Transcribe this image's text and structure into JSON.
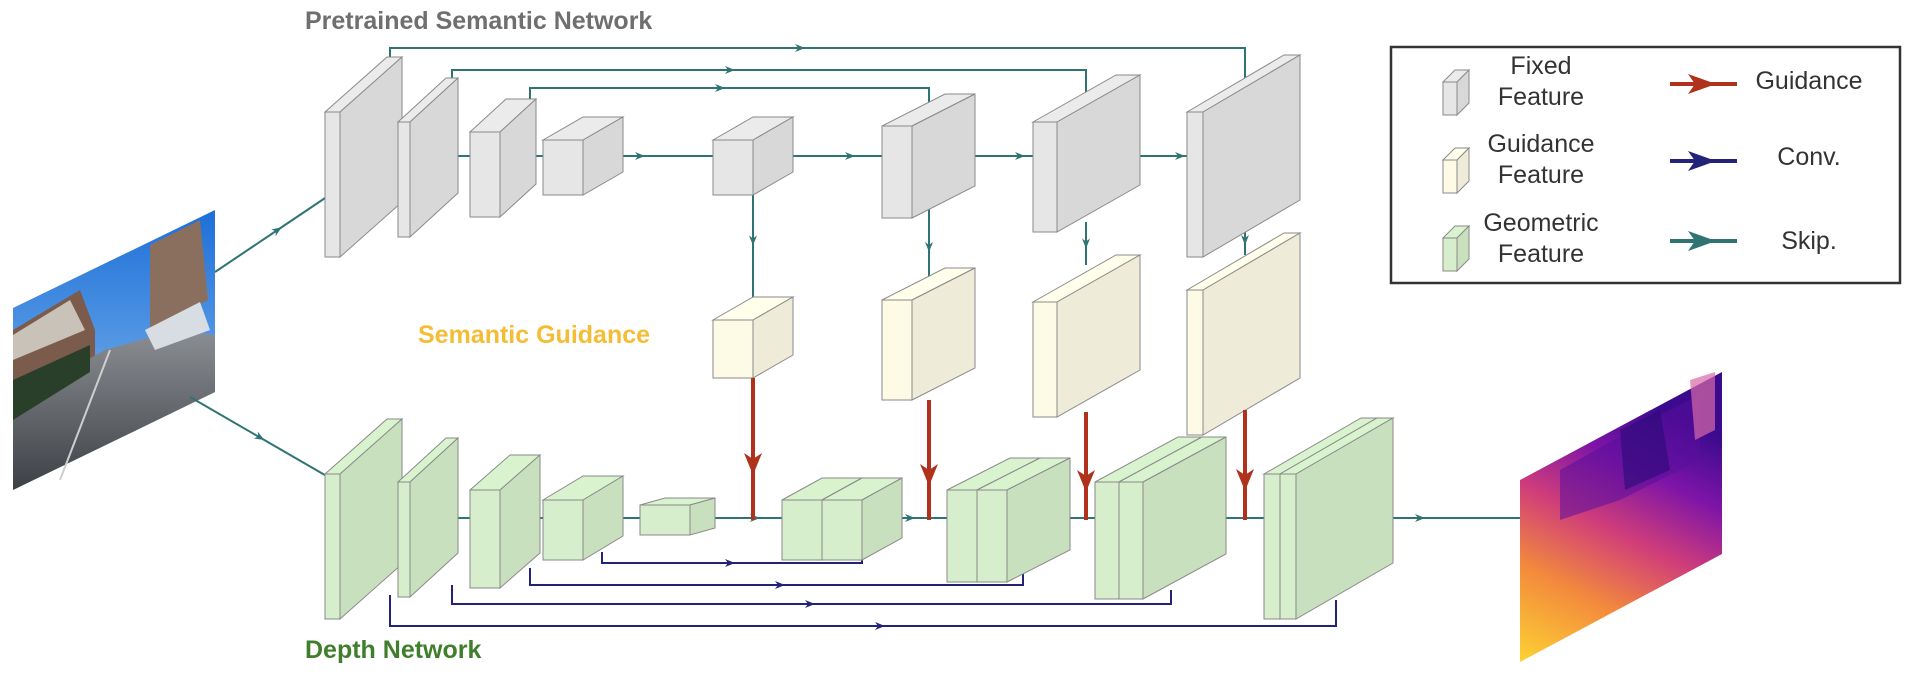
{
  "titles": {
    "semantic_network": "Pretrained Semantic Network",
    "semantic_guidance": "Semantic Guidance",
    "depth_network": "Depth Network"
  },
  "legend": {
    "fixed_feature": [
      "Fixed",
      "Feature"
    ],
    "guidance_feature": [
      "Guidance",
      "Feature"
    ],
    "geometric_feature": [
      "Geometric",
      "Feature"
    ],
    "guidance": "Guidance",
    "conv": "Conv.",
    "skip": "Skip."
  },
  "colors": {
    "fixed": "#e6e6e6",
    "guidance_block": "#fdfbe6",
    "geometric": "#d6eecb",
    "guidance_arrow": "#b0321c",
    "conv_arrow": "#23237a",
    "skip_arrow": "#2f7473",
    "semantic_title": "#6f6f6f",
    "guidance_title": "#f4bd35",
    "depth_title": "#3f7f2b"
  },
  "icons": [
    "input-road-image-icon",
    "depth-map-output-icon"
  ]
}
